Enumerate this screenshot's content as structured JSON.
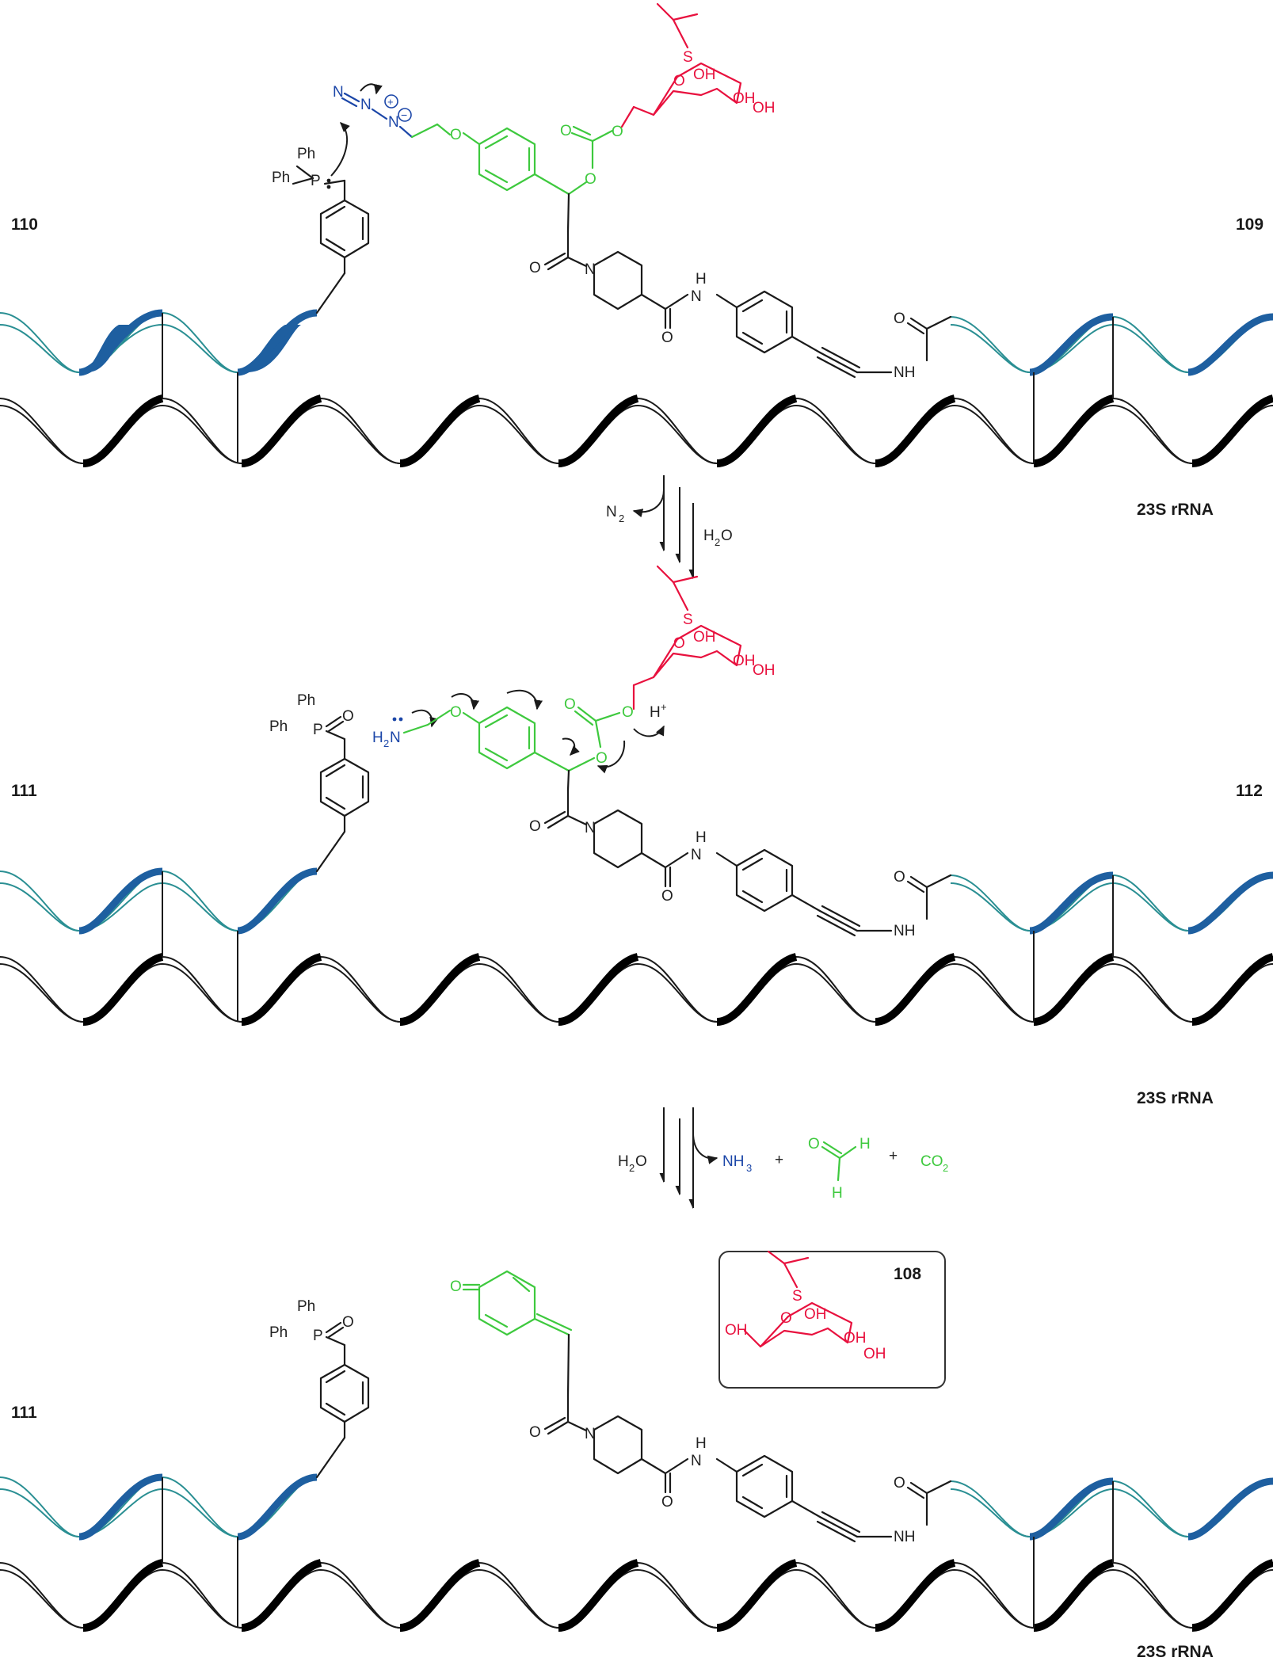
{
  "labels": {
    "c110": "110",
    "c109": "109",
    "c111_top": "111",
    "c112": "112",
    "c111_bottom": "111",
    "c108": "108",
    "rrna_1": "23S rRNA",
    "rrna_2": "23S rRNA",
    "rrna_3": "23S rRNA"
  },
  "reagents": {
    "step1_out": "N",
    "step1_out_sub": "2",
    "step1_in": "H",
    "step1_in_sub": "2",
    "step1_in_tail": "O",
    "step2_in": "H",
    "step2_in_sub": "2",
    "step2_in_tail": "O",
    "step2_out": "NH",
    "step2_out_sub": "3",
    "plus_1": "+",
    "plus_2": "+",
    "co2": "CO",
    "co2_sub": "2",
    "hcho_o": "O",
    "hcho_h1": "H",
    "hcho_h2": "H"
  },
  "atoms": {
    "ph1": "Ph",
    "ph2": "Ph",
    "p": "P",
    "o": "O",
    "n": "N",
    "nh": "NH",
    "h_amide": "H",
    "s": "S",
    "oh": "OH",
    "h_plus": "H",
    "plus_sign": "+",
    "nh2": "H",
    "nh2_sub": "2",
    "nh2_n": "N",
    "charge_plus": "+",
    "charge_minus": "−"
  },
  "colors": {
    "linker": "#3ec93e",
    "sugar": "#e8113e",
    "azide": "#1b46a8",
    "strand_outline": "#1a1a1a",
    "upper_band": "#1e5fa0",
    "upper_line": "#2a8f93"
  }
}
